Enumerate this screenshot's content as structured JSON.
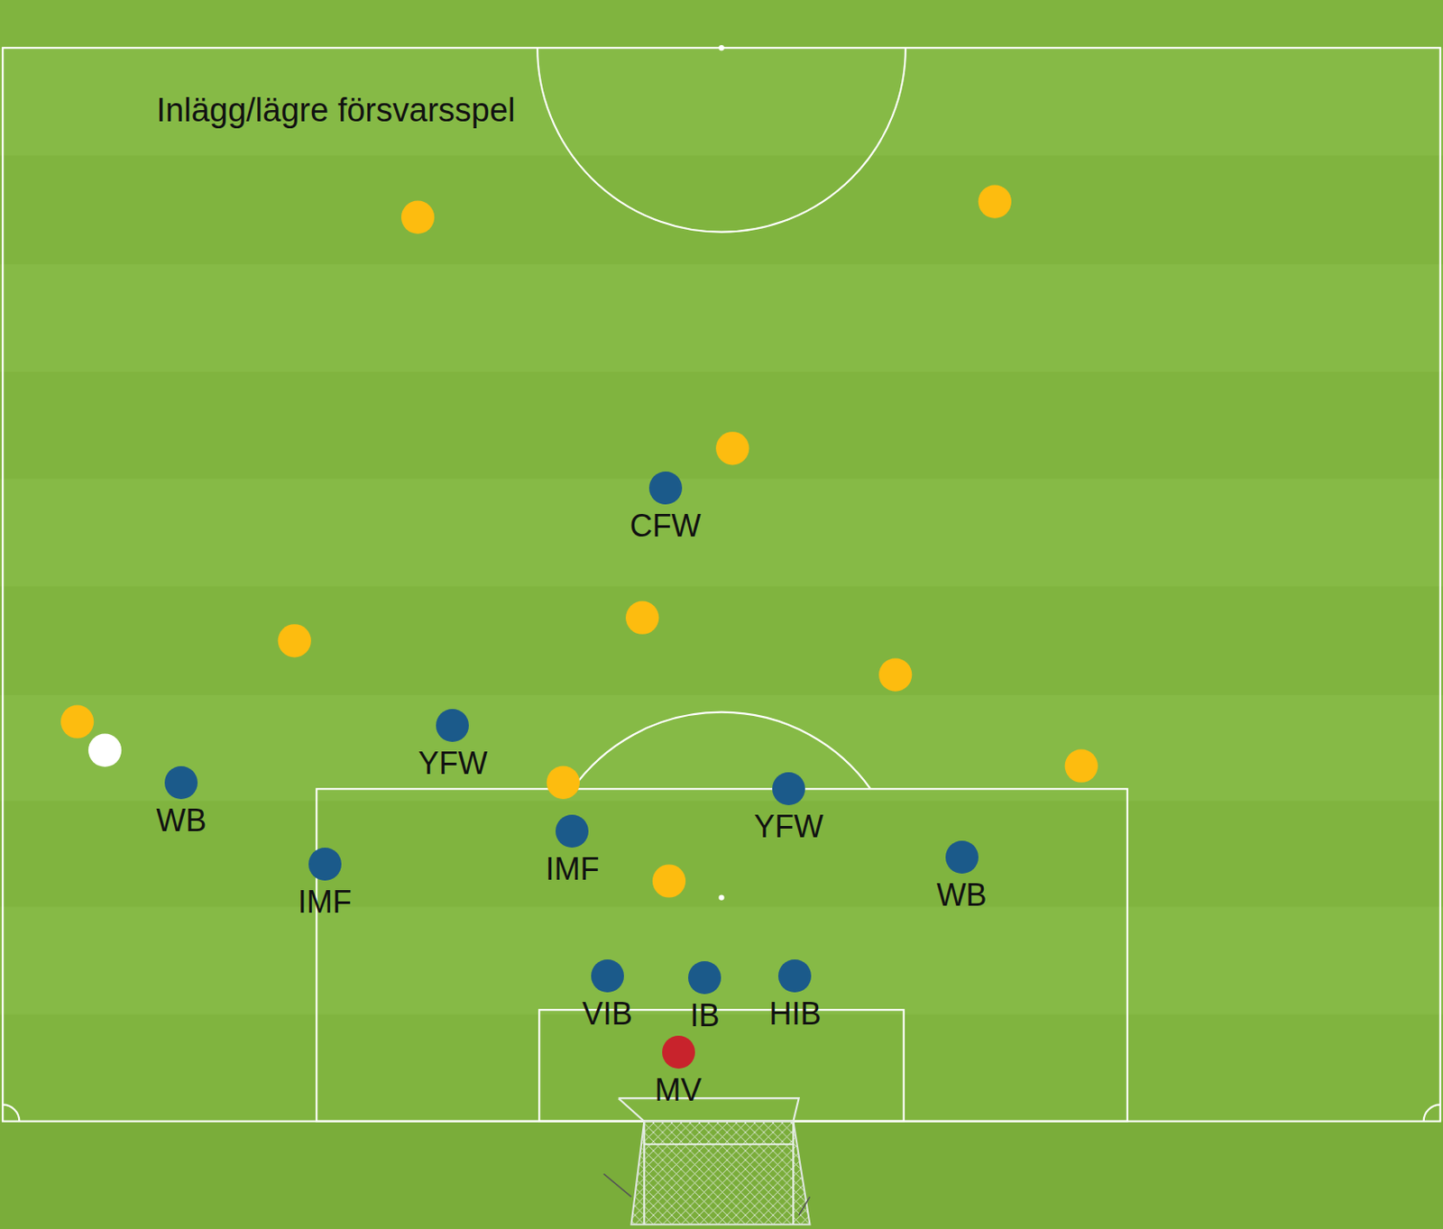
{
  "diagram": {
    "title": "Inlägg/lägre försvarsspel",
    "nodes": [
      {
        "text": [
          "CFW"
        ]
      },
      {
        "text": [
          "YFW"
        ]
      },
      {
        "text": [
          "YFW"
        ]
      },
      {
        "text": [
          "WB"
        ]
      },
      {
        "text": [
          "IMF"
        ]
      },
      {
        "text": [
          "IMF"
        ]
      },
      {
        "text": [
          "WB"
        ]
      },
      {
        "text": [
          "VIB"
        ]
      },
      {
        "text": [
          "IB"
        ]
      },
      {
        "text": [
          "HIB"
        ]
      },
      {
        "text": [
          "MV"
        ]
      }
    ]
  }
}
